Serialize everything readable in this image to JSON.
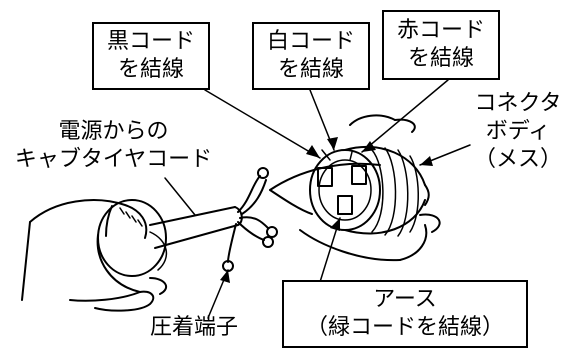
{
  "callouts": {
    "black": {
      "line1": "黒コード",
      "line2": "を結線"
    },
    "white": {
      "line1": "白コード",
      "line2": "を結線"
    },
    "red": {
      "line1": "赤コード",
      "line2": "を結線"
    },
    "ground": {
      "line1": "アース",
      "line2": "（緑コードを結線）"
    }
  },
  "labels": {
    "source_cable": {
      "line1": "電源からの",
      "line2": "キャブタイヤコード"
    },
    "connector": {
      "line1": "コネクタ",
      "line2": "ボディ",
      "line3": "（メス）"
    },
    "crimp": "圧着端子"
  },
  "colors": {
    "ink": "#000000",
    "paper": "#ffffff"
  }
}
